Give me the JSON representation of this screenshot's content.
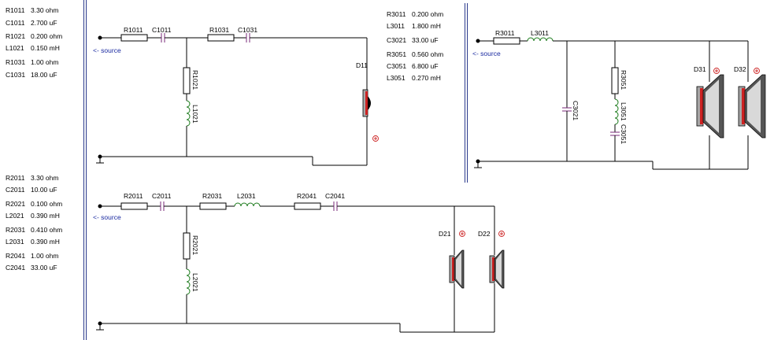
{
  "colors": {
    "wire": "#000000",
    "capacitor": "#7a2a7a",
    "inductor": "#1a7a1a",
    "divider": "#2b3a8c",
    "source_text": "#1a2aa0",
    "speaker_red": "#cc2222",
    "speaker_grey": "#a6a6a6",
    "polarity": "#cc2222"
  },
  "sections": [
    {
      "id": "tweeter",
      "parts": [
        {
          "name": "R1011",
          "value": "3.30 ohm"
        },
        {
          "name": "C1011",
          "value": "2.700 uF"
        },
        {
          "name": "R1021",
          "value": "0.200 ohm"
        },
        {
          "name": "L1021",
          "value": "0.150 mH"
        },
        {
          "name": "R1031",
          "value": "1.00 ohm"
        },
        {
          "name": "C1031",
          "value": "18.00 uF"
        }
      ],
      "source_label": "<- source",
      "component_labels": {
        "r_in": "R1011",
        "c_in": "C1011",
        "r_series": "R1031",
        "c_series": "C1031",
        "r_shunt": "R1021",
        "l_shunt": "L1021",
        "driver": "D11"
      },
      "polarity": "⊕"
    },
    {
      "id": "midrange",
      "parts": [
        {
          "name": "R2011",
          "value": "3.30 ohm"
        },
        {
          "name": "C2011",
          "value": "10.00 uF"
        },
        {
          "name": "R2021",
          "value": "0.100 ohm"
        },
        {
          "name": "L2021",
          "value": "0.390 mH"
        },
        {
          "name": "R2031",
          "value": "0.410 ohm"
        },
        {
          "name": "L2031",
          "value": "0.390 mH"
        },
        {
          "name": "R2041",
          "value": "1.00 ohm"
        },
        {
          "name": "C2041",
          "value": "33.00 uF"
        }
      ],
      "source_label": "<- source",
      "component_labels": {
        "r_in": "R2011",
        "c_in": "C2011",
        "r_series": "R2031",
        "l_series": "L2031",
        "r_series2": "R2041",
        "c_series2": "C2041",
        "r_shunt": "R2021",
        "l_shunt": "L2021",
        "driver_a": "D21",
        "driver_b": "D22"
      },
      "polarity": "⊕"
    },
    {
      "id": "woofer",
      "parts": [
        {
          "name": "R3011",
          "value": "0.200 ohm"
        },
        {
          "name": "L3011",
          "value": "1.800 mH"
        },
        {
          "name": "C3021",
          "value": "33.00 uF"
        },
        {
          "name": "R3051",
          "value": "0.560 ohm"
        },
        {
          "name": "C3051",
          "value": "6.800 uF"
        },
        {
          "name": "L3051",
          "value": "0.270 mH"
        }
      ],
      "source_label": "<- source",
      "component_labels": {
        "r_in": "R3011",
        "l_in": "L3011",
        "c_shunt": "C3021",
        "r_shunt2": "R3051",
        "l_shunt2": "L3051",
        "c_shunt2": "C3051",
        "driver_a": "D31",
        "driver_b": "D32"
      },
      "polarity": "⊕"
    }
  ]
}
